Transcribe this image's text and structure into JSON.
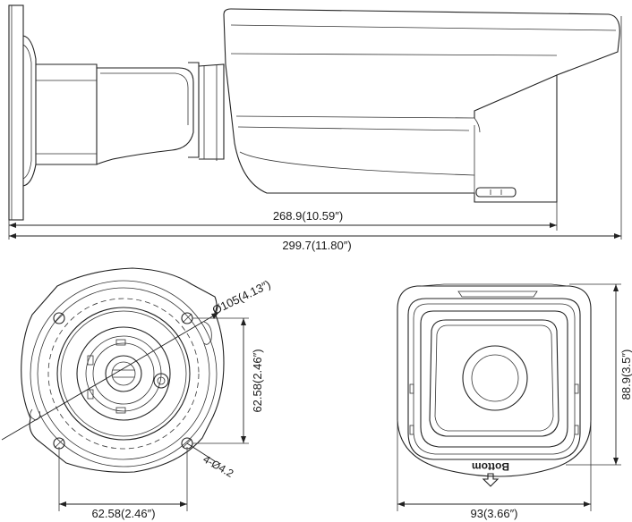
{
  "dimensions": {
    "overall_length": "299.7(11.80″)",
    "housing_length": "268.9(10.59″)",
    "mount_circle": "Ø105(4.13″)",
    "hole_spacing_v": "62.58(2.46″)",
    "hole_spacing_h": "62.58(2.46″)",
    "screw_holes": "4-Ø4.2",
    "front_height": "88.9(3.5″)",
    "front_width": "93(3.66″)"
  },
  "labels": {
    "bottom_mark": "Bottom"
  },
  "colors": {
    "line": "#222222",
    "background": "#ffffff"
  },
  "icons": {
    "bottom_arrow": "down-arrow-icon"
  }
}
